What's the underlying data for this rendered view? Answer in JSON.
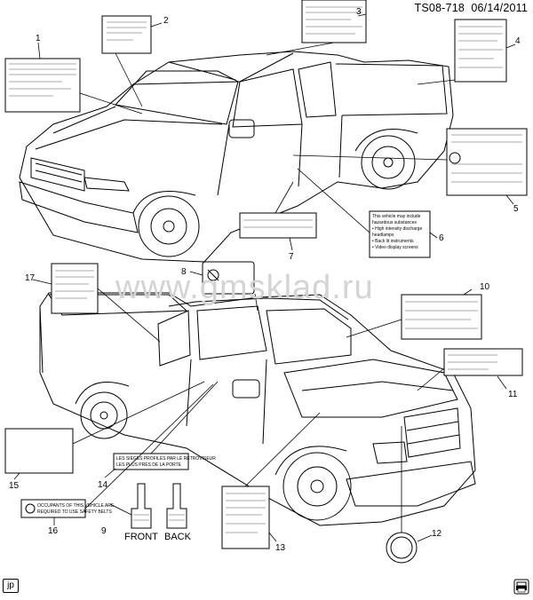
{
  "header": {
    "code": "TS08-718",
    "date": "06/14/2011"
  },
  "watermark": "www.gmsklad.ru",
  "footer": {
    "lang_badge": "jp",
    "corner_icon": "printer-icon"
  },
  "callouts": [
    "1",
    "2",
    "3",
    "4",
    "5",
    "6",
    "7",
    "8",
    "9",
    "10",
    "11",
    "12",
    "13",
    "14",
    "15",
    "16",
    "17"
  ],
  "labels": {
    "front": "FRONT",
    "back": "BACK"
  },
  "stickers": {
    "s6_text": [
      "This vehicle may include",
      "hazardous substances",
      "• High intensity discharge",
      "headlamps",
      "• Back lit instruments",
      "• Video display screens"
    ],
    "s14_text": [
      "LES SIÈGES PROFILÉS PAR LE RÉTROVISEUR",
      "LES PLUS PRÈS DE LA PORTE"
    ],
    "s15_text": [
      "OCCUPANTS OF THIS VEHICLE ARE",
      "REQUIRED TO USE SAFETY BELTS"
    ]
  },
  "colors": {
    "ink": "#000000",
    "watermark": "#d4d4d4",
    "sticker_fill": "#ffffff"
  }
}
